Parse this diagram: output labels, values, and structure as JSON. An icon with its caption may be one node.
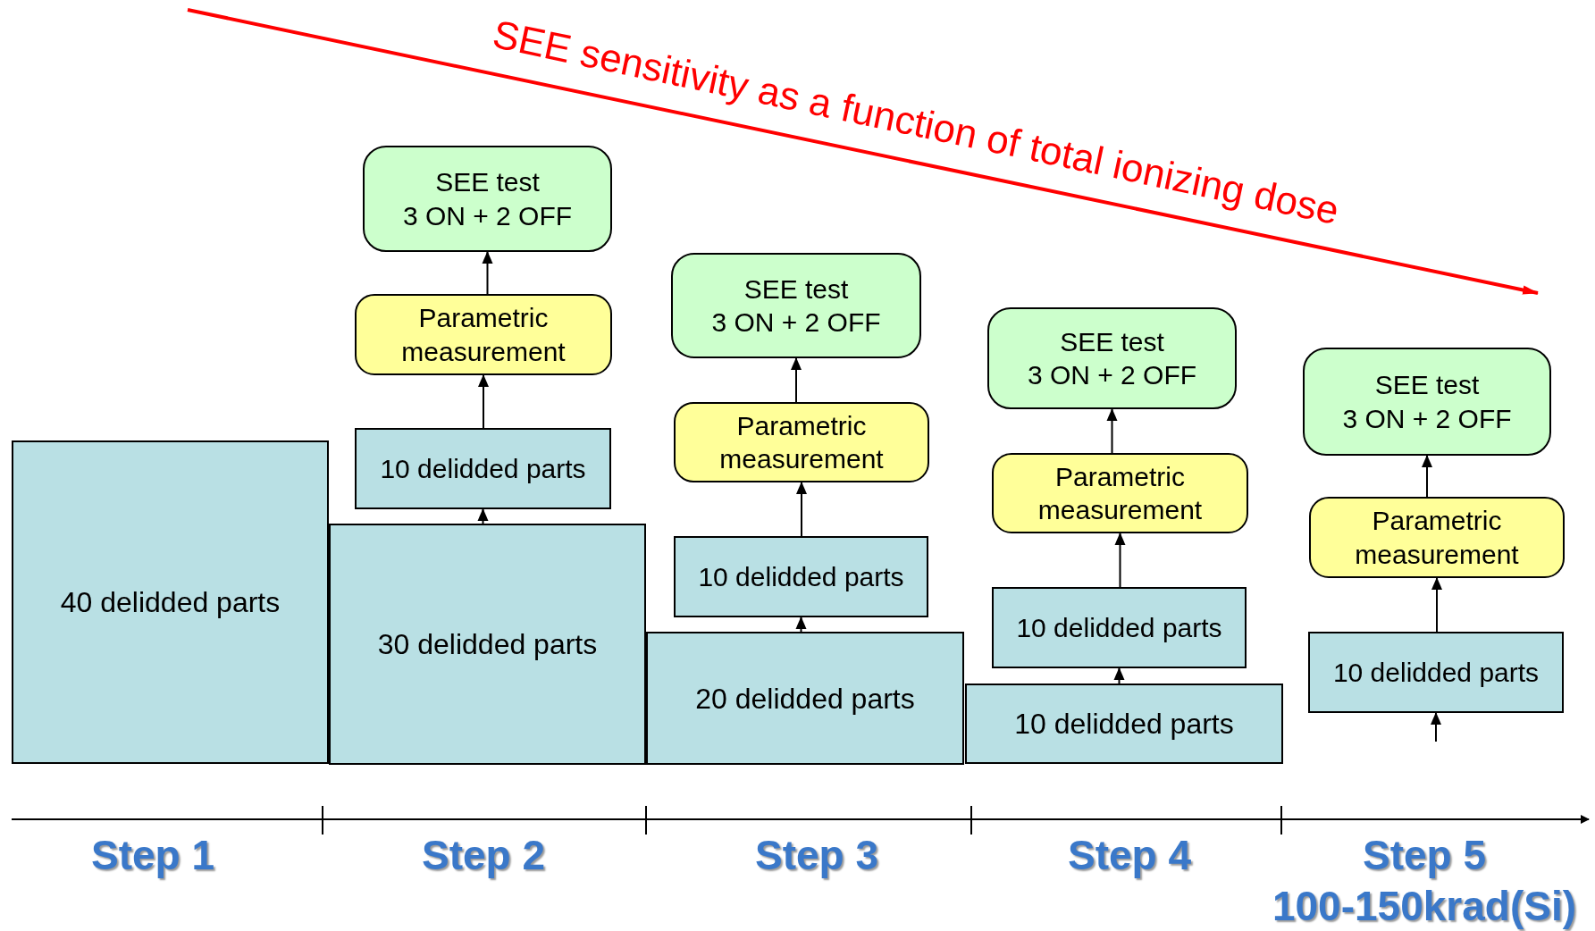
{
  "diagram": {
    "nodes": [
      {
        "text": [
          "40 delidded parts"
        ]
      },
      {
        "text": [
          "SEE test",
          "3 ON + 2 OFF"
        ]
      },
      {
        "text": [
          "Parametric measurement"
        ]
      },
      {
        "text": [
          "10 delidded parts"
        ]
      },
      {
        "text": [
          "30 delidded parts"
        ]
      },
      {
        "text": [
          "SEE test",
          "3 ON + 2 OFF"
        ]
      },
      {
        "text": [
          "Parametric measurement"
        ]
      },
      {
        "text": [
          "10 delidded parts"
        ]
      },
      {
        "text": [
          "20 delidded parts"
        ]
      },
      {
        "text": [
          "SEE test",
          "3 ON + 2 OFF"
        ]
      },
      {
        "text": [
          "Parametric measurement"
        ]
      },
      {
        "text": [
          "10 delidded parts"
        ]
      },
      {
        "text": [
          "10 delidded parts"
        ]
      },
      {
        "text": [
          "SEE test",
          "3 ON + 2 OFF"
        ]
      },
      {
        "text": [
          "Parametric measurement"
        ]
      },
      {
        "text": [
          "10 delidded parts"
        ]
      }
    ],
    "edges": [
      {
        "from": 4,
        "to": 3,
        "arrow": "to"
      },
      {
        "from": 3,
        "to": 2,
        "arrow": "to"
      },
      {
        "from": 2,
        "to": 1,
        "arrow": "to"
      },
      {
        "from": 8,
        "to": 7,
        "arrow": "to"
      },
      {
        "from": 7,
        "to": 6,
        "arrow": "to"
      },
      {
        "from": 6,
        "to": 5,
        "arrow": "to"
      },
      {
        "from": 12,
        "to": 11,
        "arrow": "to"
      },
      {
        "from": 11,
        "to": 10,
        "arrow": "to"
      },
      {
        "from": 10,
        "to": 9,
        "arrow": "to"
      },
      {
        "from": null,
        "to": 15,
        "arrow": "to"
      },
      {
        "from": 15,
        "to": 14,
        "arrow": "to"
      },
      {
        "from": 14,
        "to": 13,
        "arrow": "to"
      }
    ],
    "labels": [
      "SEE sensitivity as a function of total ionizing dose",
      "Step 1",
      "Step 2",
      "Step 3",
      "Step 4",
      "Step 5",
      "100-150krad(Si)"
    ]
  }
}
